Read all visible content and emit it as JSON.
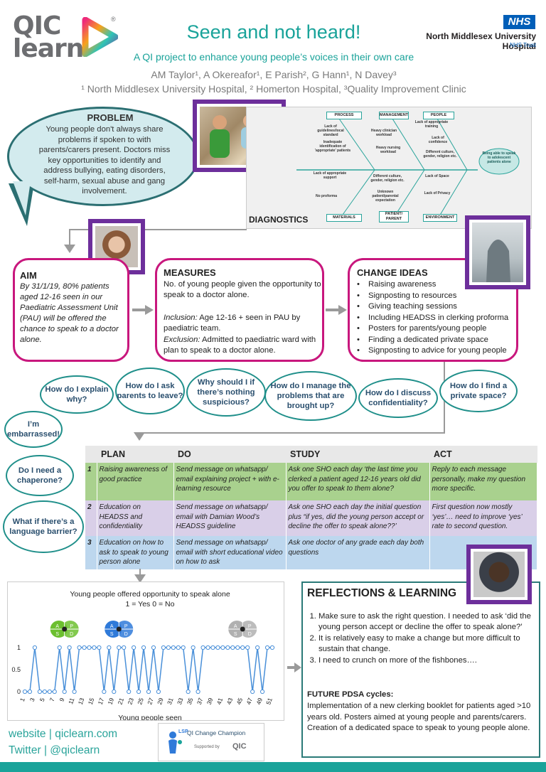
{
  "header": {
    "logo_line1": "QIC",
    "logo_line2": "learn",
    "logo_reg": "®",
    "title": "Seen and not heard!",
    "subtitle": "A QI project to enhance young people’s voices in their own care",
    "authors": "AM Taylor¹, A Okereafor¹, E Parish², G Hann¹, N Davey³",
    "affiliations": "¹ North Middlesex University Hospital,  ² Homerton Hospital, ³Quality Improvement Clinic",
    "nhs_badge": "NHS",
    "nhs_name": "North Middlesex University Hospital",
    "nhs_trust": "NHS Trust"
  },
  "problem": {
    "heading": "PROBLEM",
    "text": "Young people don't always share problems if spoken to with parents/carers present. Doctors miss key opportunities to identify and address bullying, eating disorders, self-harm, sexual abuse and gang involvement."
  },
  "diagnostics": {
    "heading": "DIAGNOSTICS",
    "headers": [
      "PROCESS",
      "MANAGEMENT",
      "PEOPLE",
      "MATERIALS",
      "PATIENT/ PARENT",
      "ENVIRONMENT"
    ],
    "head_box": "Being able to speak to adolescent patients alone",
    "causes": [
      "Lack of guidelines/local standard",
      "Inadequate identification of 'appropriate' patients",
      "Heavy clinician workload",
      "Heavy nursing workload",
      "Lack of appropriate training",
      "Lack of confidence",
      "Different culture, gender, religion etc.",
      "Lack of appropriate support",
      "No proforma",
      "Different culture, gender, religion etc.",
      "Unknown patient/parental expectation",
      "Lack of Space",
      "Lack of Privacy"
    ]
  },
  "aim": {
    "heading": "AIM",
    "text": "By 31/1/19, 80% patients aged 12-16 seen in our Paediatric Assessment Unit (PAU) will be offered the chance to speak to a doctor alone."
  },
  "measures": {
    "heading": "MEASURES",
    "text": "No. of young people given the opportunity to speak to a doctor alone.",
    "inclusion_label": "Inclusion:",
    "inclusion": " Age 12-16 + seen in PAU by paediatric team.",
    "exclusion_label": "Exclusion:",
    "exclusion": " Admitted to paediatric ward with plan to speak to a doctor alone."
  },
  "change_ideas": {
    "heading": "CHANGE IDEAS",
    "items": [
      "Raising awareness",
      "Signposting to resources",
      "Giving teaching sessions",
      "Including HEADSS in clerking proforma",
      "Posters for parents/young people",
      "Finding a dedicated private space",
      "Signposting to advice for young people"
    ]
  },
  "clouds": [
    "How do I explain why?",
    "How do I ask parents to leave?",
    "Why should I if there’s nothing suspicious?",
    "How do I manage the problems that are brought up?",
    "How do I discuss confidentiality?",
    "How do I find a private space?",
    "I’m embarrassed!",
    "Do I need a chaperone?",
    "What if there’s a language barrier?"
  ],
  "pdsa": {
    "headers": [
      "PLAN",
      "DO",
      "STUDY",
      "ACT"
    ],
    "rows": [
      {
        "n": "1",
        "plan": "Raising awareness of good practice",
        "do": "Send message on whatsapp/ email explaining project + with e-learning resource",
        "study": "Ask one SHO each day ‘the last time you clerked a patient aged 12-16 years old did you offer to speak to them alone?",
        "act": "Reply to each message personally, make my question more specific."
      },
      {
        "n": "2",
        "plan": "Education on HEADSS and confidentiality",
        "do": "Send message on whatsapp/ email with Damian Wood’s HEADSS guideline",
        "study": "Ask one SHO each day the initial question plus “if yes, did the young person accept or decline the offer to speak alone??’",
        "act": "First question now mostly ‘yes’… need to improve ‘yes’ rate to second question."
      },
      {
        "n": "3",
        "plan": "Education on how to ask to speak to young person alone",
        "do": "Send message on whatsapp/ email with short educational video on how to ask",
        "study": "Ask one doctor of any grade each day both questions",
        "act": ""
      }
    ]
  },
  "chart_data": {
    "type": "line",
    "title": "Young people offered opportunity to speak alone",
    "subtitle": "1 = Yes  0 = No",
    "xlabel": "Young people seen",
    "ylabel": "",
    "ylim": [
      0,
      1
    ],
    "yticks": [
      "0",
      "0.5",
      "1"
    ],
    "xticks": [
      "1",
      "3",
      "5",
      "7",
      "9",
      "11",
      "13",
      "15",
      "17",
      "19",
      "21",
      "23",
      "25",
      "27",
      "29",
      "31",
      "33",
      "35",
      "37",
      "39",
      "41",
      "43",
      "45",
      "47",
      "49",
      "51"
    ],
    "x": [
      1,
      2,
      3,
      4,
      5,
      6,
      7,
      8,
      9,
      10,
      11,
      12,
      13,
      14,
      15,
      16,
      17,
      18,
      19,
      20,
      21,
      22,
      23,
      24,
      25,
      26,
      27,
      28,
      29,
      30,
      31,
      32,
      33,
      34,
      35,
      36,
      37,
      38,
      39,
      40,
      41,
      42,
      43,
      44,
      45,
      46,
      47,
      48,
      49,
      50,
      51
    ],
    "values": [
      0,
      0,
      1,
      0,
      0,
      0,
      0,
      1,
      0,
      1,
      0,
      1,
      1,
      1,
      1,
      1,
      0,
      1,
      0,
      1,
      1,
      0,
      1,
      0,
      1,
      0,
      1,
      0,
      1,
      1,
      1,
      1,
      1,
      0,
      1,
      0,
      1,
      1,
      1,
      1,
      1,
      1,
      1,
      1,
      1,
      1,
      0,
      1,
      0,
      1,
      1
    ],
    "series_color": "#4a90d9",
    "pdsa_markers": [
      {
        "x": 9,
        "label": "A P S D",
        "color": "#6cbf2f"
      },
      {
        "x": 20,
        "label": "A P S D",
        "color": "#2f7ad9"
      },
      {
        "x": 45,
        "label": "A P S D",
        "color": "#b0b0b0"
      }
    ]
  },
  "reflections": {
    "heading": "REFLECTIONS & LEARNING",
    "items": [
      "Make sure to ask the right question. I needed to ask ‘did the young person accept or decline the offer to speak alone?’",
      "It is relatively easy to make a change but more difficult to sustain that change.",
      "I need to crunch on more of the fishbones…."
    ],
    "future_heading": "FUTURE PDSA cycles:",
    "future_text": "Implementation of a new clerking booklet for patients aged >10 years old. Posters aimed at young people and parents/carers. Creation of a dedicated space to speak to young people alone."
  },
  "footer": {
    "website": "website | qiclearn.com",
    "twitter": "Twitter | @qiclearn",
    "champion": "QI Change Champion",
    "supported": "Supported by",
    "lsp": "LSP"
  },
  "colors": {
    "teal": "#1aa39a",
    "magenta": "#c8177d",
    "purple": "#6d2f9b",
    "nhs_blue": "#005eb8"
  }
}
